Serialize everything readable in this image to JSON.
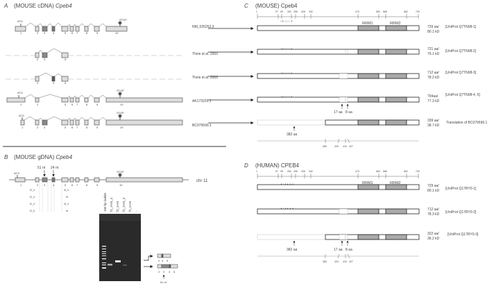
{
  "panel_a": {
    "letter": "A",
    "title_prefix": "(MOUSE cDNA) ",
    "title_gene": "Cpeb4",
    "atg": "ATG",
    "stop": "STOP",
    "rows": [
      {
        "label": "NM_026252.3",
        "exons": [
          "1",
          "2",
          "3",
          "4",
          "5",
          "6",
          "7",
          "8",
          "9",
          "10"
        ]
      },
      {
        "label": "Theis et al. 2003",
        "exons": [
          "2",
          "3",
          "5"
        ]
      },
      {
        "label": "Theis et al. 2003",
        "exons": [
          "2",
          "4",
          "5"
        ]
      },
      {
        "label": "AK173229.1",
        "exons": [
          "1",
          "2",
          "5",
          "6",
          "7",
          "8",
          "9",
          "10"
        ]
      },
      {
        "label": "BC079599.1",
        "exons": [
          "1",
          "2",
          "3",
          "5",
          "6",
          "7",
          "8",
          "9",
          "10"
        ]
      }
    ]
  },
  "panel_b": {
    "letter": "B",
    "title_prefix": "(MOUSE gDNA) ",
    "title_gene": "Cpeb4",
    "chr": "chr 11",
    "nt51": "51 nt",
    "nt24": "24 nt",
    "exons": [
      "1",
      "2",
      "3",
      "4",
      "5",
      "6",
      "7",
      "8",
      "9",
      "10"
    ],
    "primers_fwd": [
      "f2_3",
      "f2_4",
      "f2_3",
      "f2_5"
    ],
    "primers_rev": [
      "r5_4",
      "r5",
      "r5_3",
      "r5"
    ],
    "gel_lanes": [
      "100 bp ladder",
      "f2_3+r5_4",
      "f2_4+r5",
      "f2_3+r5_3",
      "f2_5+r5",
      "-"
    ],
    "product_top": [
      "2",
      "4",
      "5"
    ],
    "product_bottom": [
      "2",
      "3",
      "4",
      "5"
    ],
    "product_note": "51 nt"
  },
  "panel_c": {
    "letter": "C",
    "title": "(MOUSE) Cpeb4",
    "ticks": [
      "1",
      "97",
      "99",
      "252",
      "255",
      "326",
      "332",
      "473",
      "563",
      "566",
      "662",
      "729"
    ],
    "rrm1": "RRM1",
    "rrm2": "RRM2",
    "isoforms": [
      {
        "size": "729 aa/",
        "kd": "80.1 kD",
        "id": "[UniProt Q7TN98-1]"
      },
      {
        "size": "721 aa/",
        "kd": "79.1 kD",
        "id": "[UniProt Q7TN98-2]"
      },
      {
        "size": "712 aa/",
        "kd": "78.2 kD",
        "id": "[UniProt Q7TN98-3]"
      },
      {
        "size": "704aa/",
        "kd": "77.3 kD",
        "id": "[UniProt Q7TN98-4, 5]"
      },
      {
        "size": "339 aa/",
        "kd": "38.7 kD",
        "id": "Translation of BC079599.1"
      }
    ],
    "aa17": "17 aa",
    "aa8": "8 aa",
    "aa382": "382 aa",
    "bottom_ticks": [
      "383",
      "403",
      "419",
      "427"
    ]
  },
  "panel_d": {
    "letter": "D",
    "title": "(HUMAN) CPEB4",
    "ticks": [
      "1",
      "97",
      "99",
      "252",
      "255",
      "326",
      "332",
      "473",
      "563",
      "566",
      "662",
      "729"
    ],
    "rrm1": "RRM1",
    "rrm2": "RRM2",
    "isoforms": [
      {
        "size": "729 aa/",
        "kd": "80.1 kD",
        "id": "[UniProt Q17RY0-1]"
      },
      {
        "size": "712 aa/",
        "kd": "78.3 kD",
        "id": "[UniProt Q17RY0-2]"
      },
      {
        "size": "322 aa/",
        "kd": "36.2 kD",
        "id": "[UniProt Q17RY0-3]"
      }
    ],
    "aa17": "17 aa",
    "aa8": "8 aa",
    "aa382": "382 aa",
    "bottom_ticks": [
      "383",
      "403",
      "419",
      "427"
    ]
  }
}
